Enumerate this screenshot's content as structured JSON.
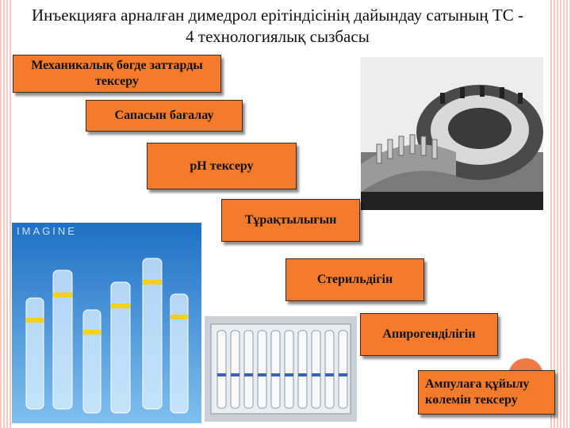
{
  "title": "Инъекцияға арналған димедрол ерітіндісінің дайындау сатының ТС - 4 технологиялық сызбасы",
  "steps": [
    "Механикалық бөгде заттарды тексеру",
    "Сапасын бағалау",
    "pH тексеру",
    "Тұрақтылығын",
    "Стерильдігін",
    "Апирогенділігін",
    "Ампулаға құйылу көлемін тексеру"
  ],
  "watermark": "IMAGINE",
  "colors": {
    "step_fill": "#f47b2c",
    "accent_circle": "#f07a45",
    "stripe": "#f4c9c0"
  }
}
